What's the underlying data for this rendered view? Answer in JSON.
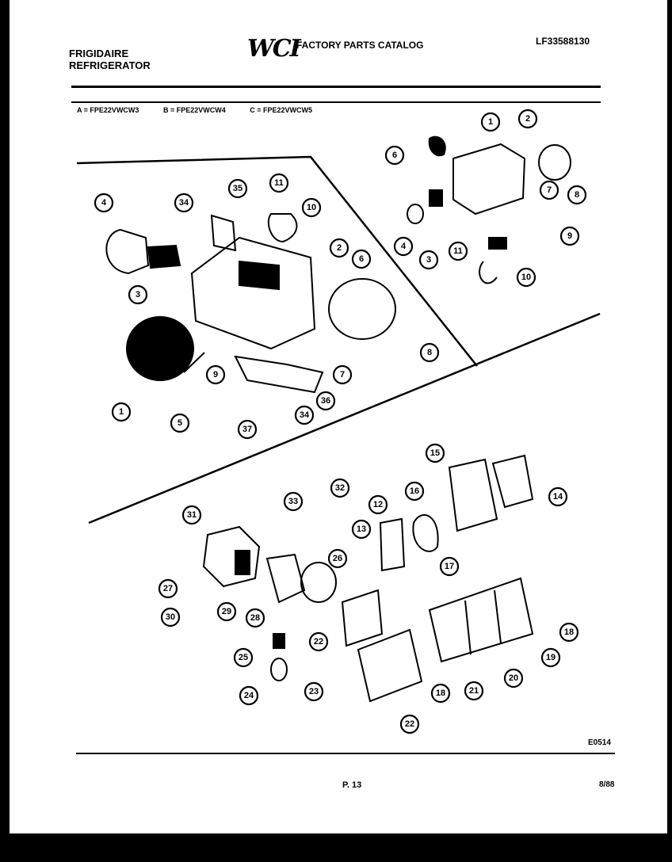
{
  "header": {
    "brand_line1": "FRIGIDAIRE",
    "brand_line2": "REFRIGERATOR",
    "logo": "WCI",
    "catalog_title": "FACTORY PARTS CATALOG",
    "catalog_number": "LF33588130"
  },
  "models": [
    "A = FPE22VWCW3",
    "B = FPE22VWCW4",
    "C = FPE22VWCW5"
  ],
  "callouts": [
    "1",
    "2",
    "3",
    "4",
    "5",
    "6",
    "7",
    "8",
    "9",
    "10",
    "11",
    "12",
    "13",
    "14",
    "15",
    "16",
    "17",
    "18",
    "19",
    "20",
    "21",
    "22",
    "23",
    "24",
    "25",
    "26",
    "27",
    "28",
    "29",
    "30",
    "31",
    "32",
    "33",
    "34",
    "35",
    "36",
    "37"
  ],
  "footer": {
    "figure_code": "E0514",
    "page": "P. 13",
    "date": "8/88"
  }
}
